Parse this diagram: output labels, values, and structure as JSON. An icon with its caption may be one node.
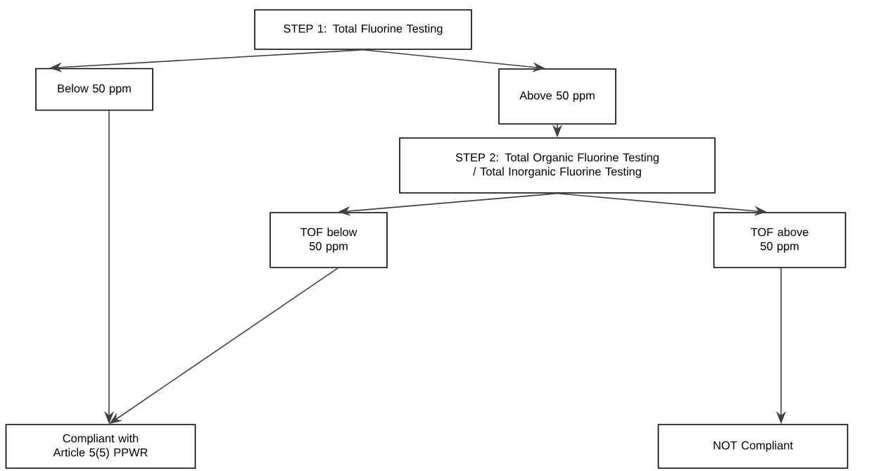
{
  "diagram": {
    "nodes": [
      {
        "text": [
          "STEP 1: Total Fluorine Testing"
        ]
      },
      {
        "text": [
          "Below 50 ppm"
        ]
      },
      {
        "text": [
          "Above 50 ppm"
        ]
      },
      {
        "text": [
          "STEP 2: Total Organic Fluorine Testing / Total Inorganic Fluorine Testing"
        ]
      },
      {
        "text": [
          "TOF below 50 ppm"
        ]
      },
      {
        "text": [
          "TOF above 50 ppm"
        ]
      },
      {
        "text": [
          "Compliant with Article 5(5) PPWR"
        ]
      },
      {
        "text": [
          "NOT Compliant"
        ]
      }
    ],
    "edges": [
      {
        "from": 0,
        "to": 1,
        "arrow": "to"
      },
      {
        "from": 0,
        "to": 2,
        "arrow": "to"
      },
      {
        "from": 1,
        "to": 6,
        "arrow": "to"
      },
      {
        "from": 2,
        "to": 3,
        "arrow": "to"
      },
      {
        "from": 3,
        "to": 4,
        "arrow": "to"
      },
      {
        "from": 3,
        "to": 5,
        "arrow": "to"
      },
      {
        "from": 4,
        "to": 6,
        "arrow": "to"
      },
      {
        "from": 5,
        "to": 7,
        "arrow": "to"
      }
    ]
  }
}
